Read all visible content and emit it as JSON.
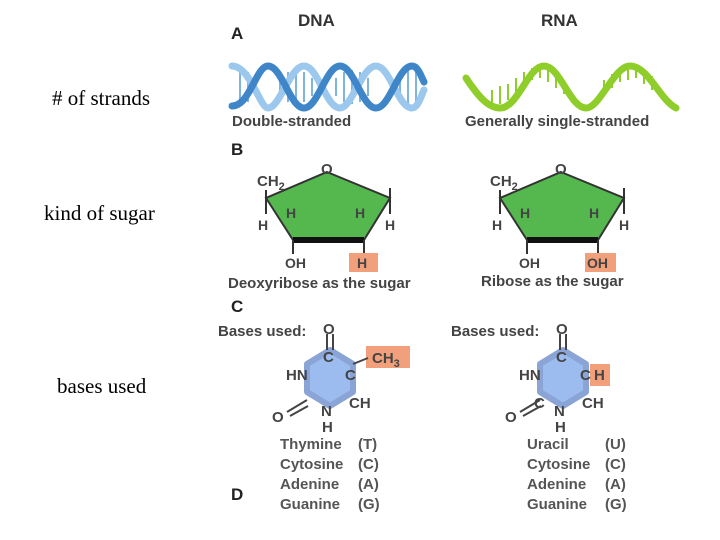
{
  "row_labels": {
    "strands": "# of strands",
    "sugar": "kind of sugar",
    "bases": "bases used"
  },
  "panels": {
    "a": "A",
    "b": "B",
    "c": "C",
    "d": "D"
  },
  "columns": {
    "dna": "DNA",
    "rna": "RNA"
  },
  "strands": {
    "dna": "Double-stranded",
    "rna": "Generally single-stranded"
  },
  "sugar": {
    "dna_caption": "Deoxyribose as the sugar",
    "rna_caption": "Ribose as the sugar",
    "ch2": "CH2",
    "o": "O",
    "h": "H",
    "oh": "OH",
    "dna_2prime": "H",
    "rna_2prime": "OH"
  },
  "bases": {
    "label": "Bases used:",
    "methyl": "CH3",
    "hn": "HN",
    "ch": "CH",
    "c": "C",
    "n": "N",
    "h": "H",
    "o": "O",
    "dna_list": [
      {
        "name": "Thymine",
        "abbr": "(T)"
      },
      {
        "name": "Cytosine",
        "abbr": "(C)"
      },
      {
        "name": "Adenine",
        "abbr": "(A)"
      },
      {
        "name": "Guanine",
        "abbr": "(G)"
      }
    ],
    "rna_list": [
      {
        "name": "Uracil",
        "abbr": "(U)"
      },
      {
        "name": "Cytosine",
        "abbr": "(C)"
      },
      {
        "name": "Adenine",
        "abbr": "(A)"
      },
      {
        "name": "Guanine",
        "abbr": "(G)"
      }
    ]
  },
  "colors": {
    "dna_helix_light": "#9cc8ee",
    "dna_helix_dark": "#3f86c9",
    "rna_strand": "#8fce2a",
    "sugar_ring": "#55b84f",
    "highlight": "#f2a07b",
    "base_ring": "#9cbcf0"
  }
}
